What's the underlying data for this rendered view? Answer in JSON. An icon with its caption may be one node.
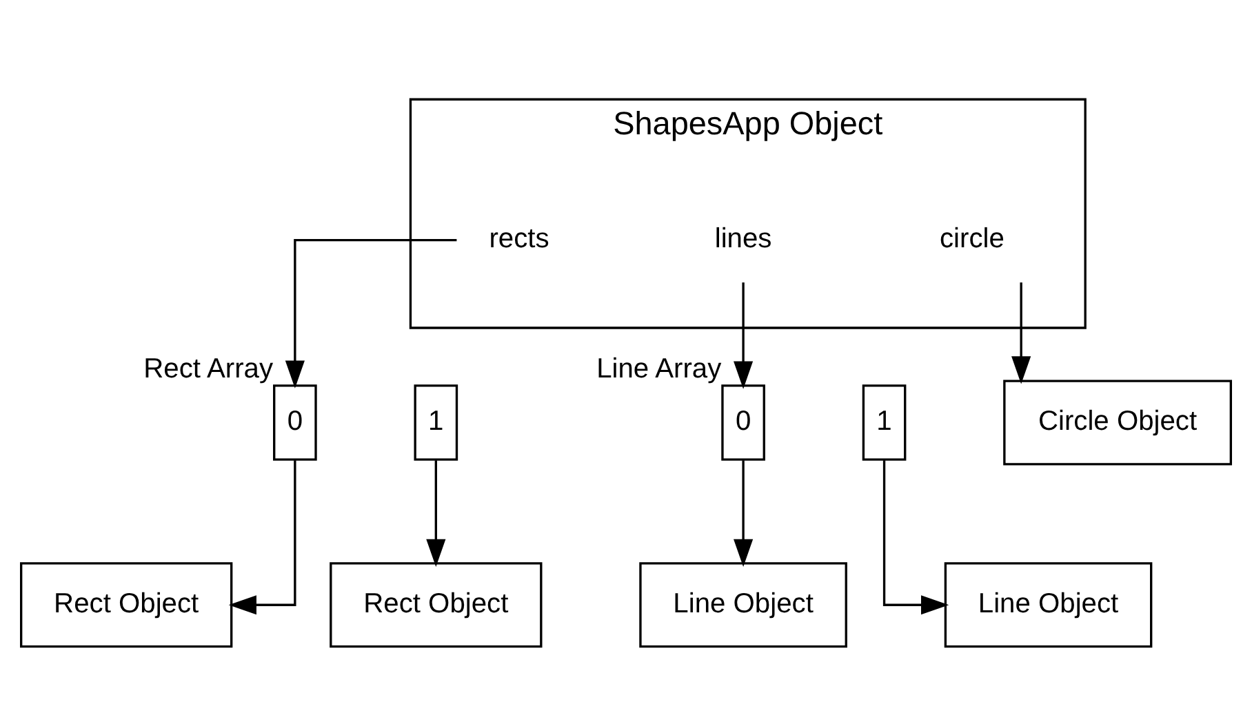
{
  "diagram": {
    "nodes": [
      {
        "text": [
          "ShapesApp Object"
        ]
      },
      {
        "text": [
          "rects"
        ],
        "in": 0
      },
      {
        "text": [
          "lines"
        ],
        "in": 0
      },
      {
        "text": [
          "circle"
        ],
        "in": 0
      },
      {
        "text": [
          "0"
        ],
        "beside": [
          "Rect Array"
        ]
      },
      {
        "text": [
          "1"
        ]
      },
      {
        "text": [
          "Circle Object"
        ]
      },
      {
        "text": [
          "0"
        ],
        "beside": [
          "Line Array"
        ]
      },
      {
        "text": [
          "1"
        ]
      },
      {
        "text": [
          "Rect Object"
        ]
      },
      {
        "text": [
          "Rect Object"
        ]
      },
      {
        "text": [
          "Line Object"
        ]
      },
      {
        "text": [
          "Line Object"
        ]
      }
    ],
    "edges": [
      {
        "from": 1,
        "to": 4,
        "arrow": "to"
      },
      {
        "from": 2,
        "to": 7,
        "arrow": "to"
      },
      {
        "from": 3,
        "to": 6,
        "arrow": "to"
      },
      {
        "from": 4,
        "to": 9,
        "arrow": "to"
      },
      {
        "from": 5,
        "to": 10,
        "arrow": "to"
      },
      {
        "from": 7,
        "to": 11,
        "arrow": "to"
      },
      {
        "from": 8,
        "to": 12,
        "arrow": "to"
      }
    ]
  }
}
